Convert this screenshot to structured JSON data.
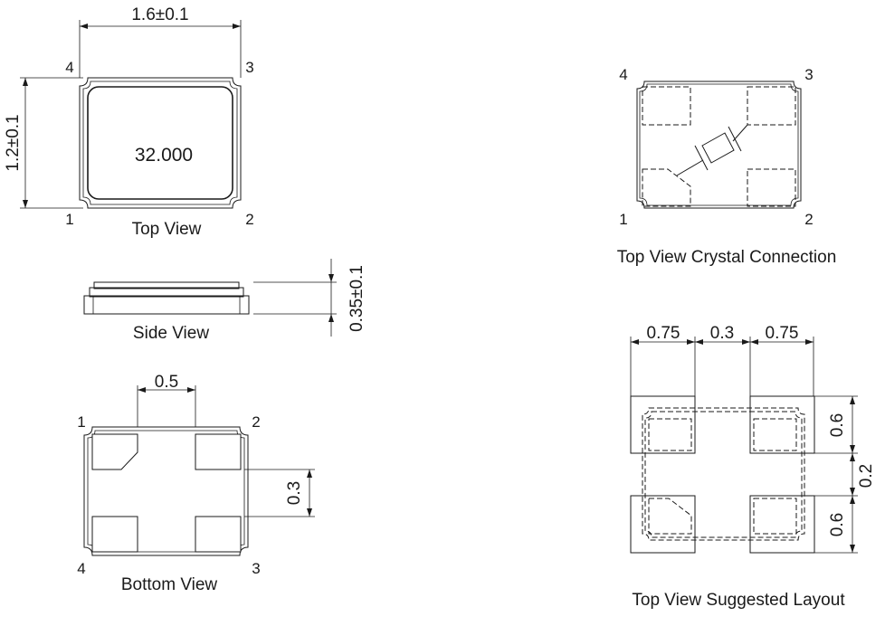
{
  "top_view": {
    "caption": "Top View",
    "marking": "32.000",
    "width_dim": "1.6±0.1",
    "height_dim": "1.2±0.1",
    "pins": {
      "p1": "1",
      "p2": "2",
      "p3": "3",
      "p4": "4"
    }
  },
  "side_view": {
    "caption": "Side View",
    "height_dim": "0.35±0.1"
  },
  "bottom_view": {
    "caption": "Bottom View",
    "gap_dim": "0.5",
    "pad_dim": "0.3",
    "pins": {
      "p1": "1",
      "p2": "2",
      "p3": "3",
      "p4": "4"
    }
  },
  "crystal_view": {
    "caption": "Top View Crystal Connection",
    "pins": {
      "p1": "1",
      "p2": "2",
      "p3": "3",
      "p4": "4"
    }
  },
  "layout_view": {
    "caption": "Top View Suggested Layout",
    "dim_left": "0.75",
    "dim_mid": "0.3",
    "dim_right": "0.75",
    "dim_top": "0.6",
    "dim_gap": "0.2",
    "dim_bottom": "0.6"
  }
}
